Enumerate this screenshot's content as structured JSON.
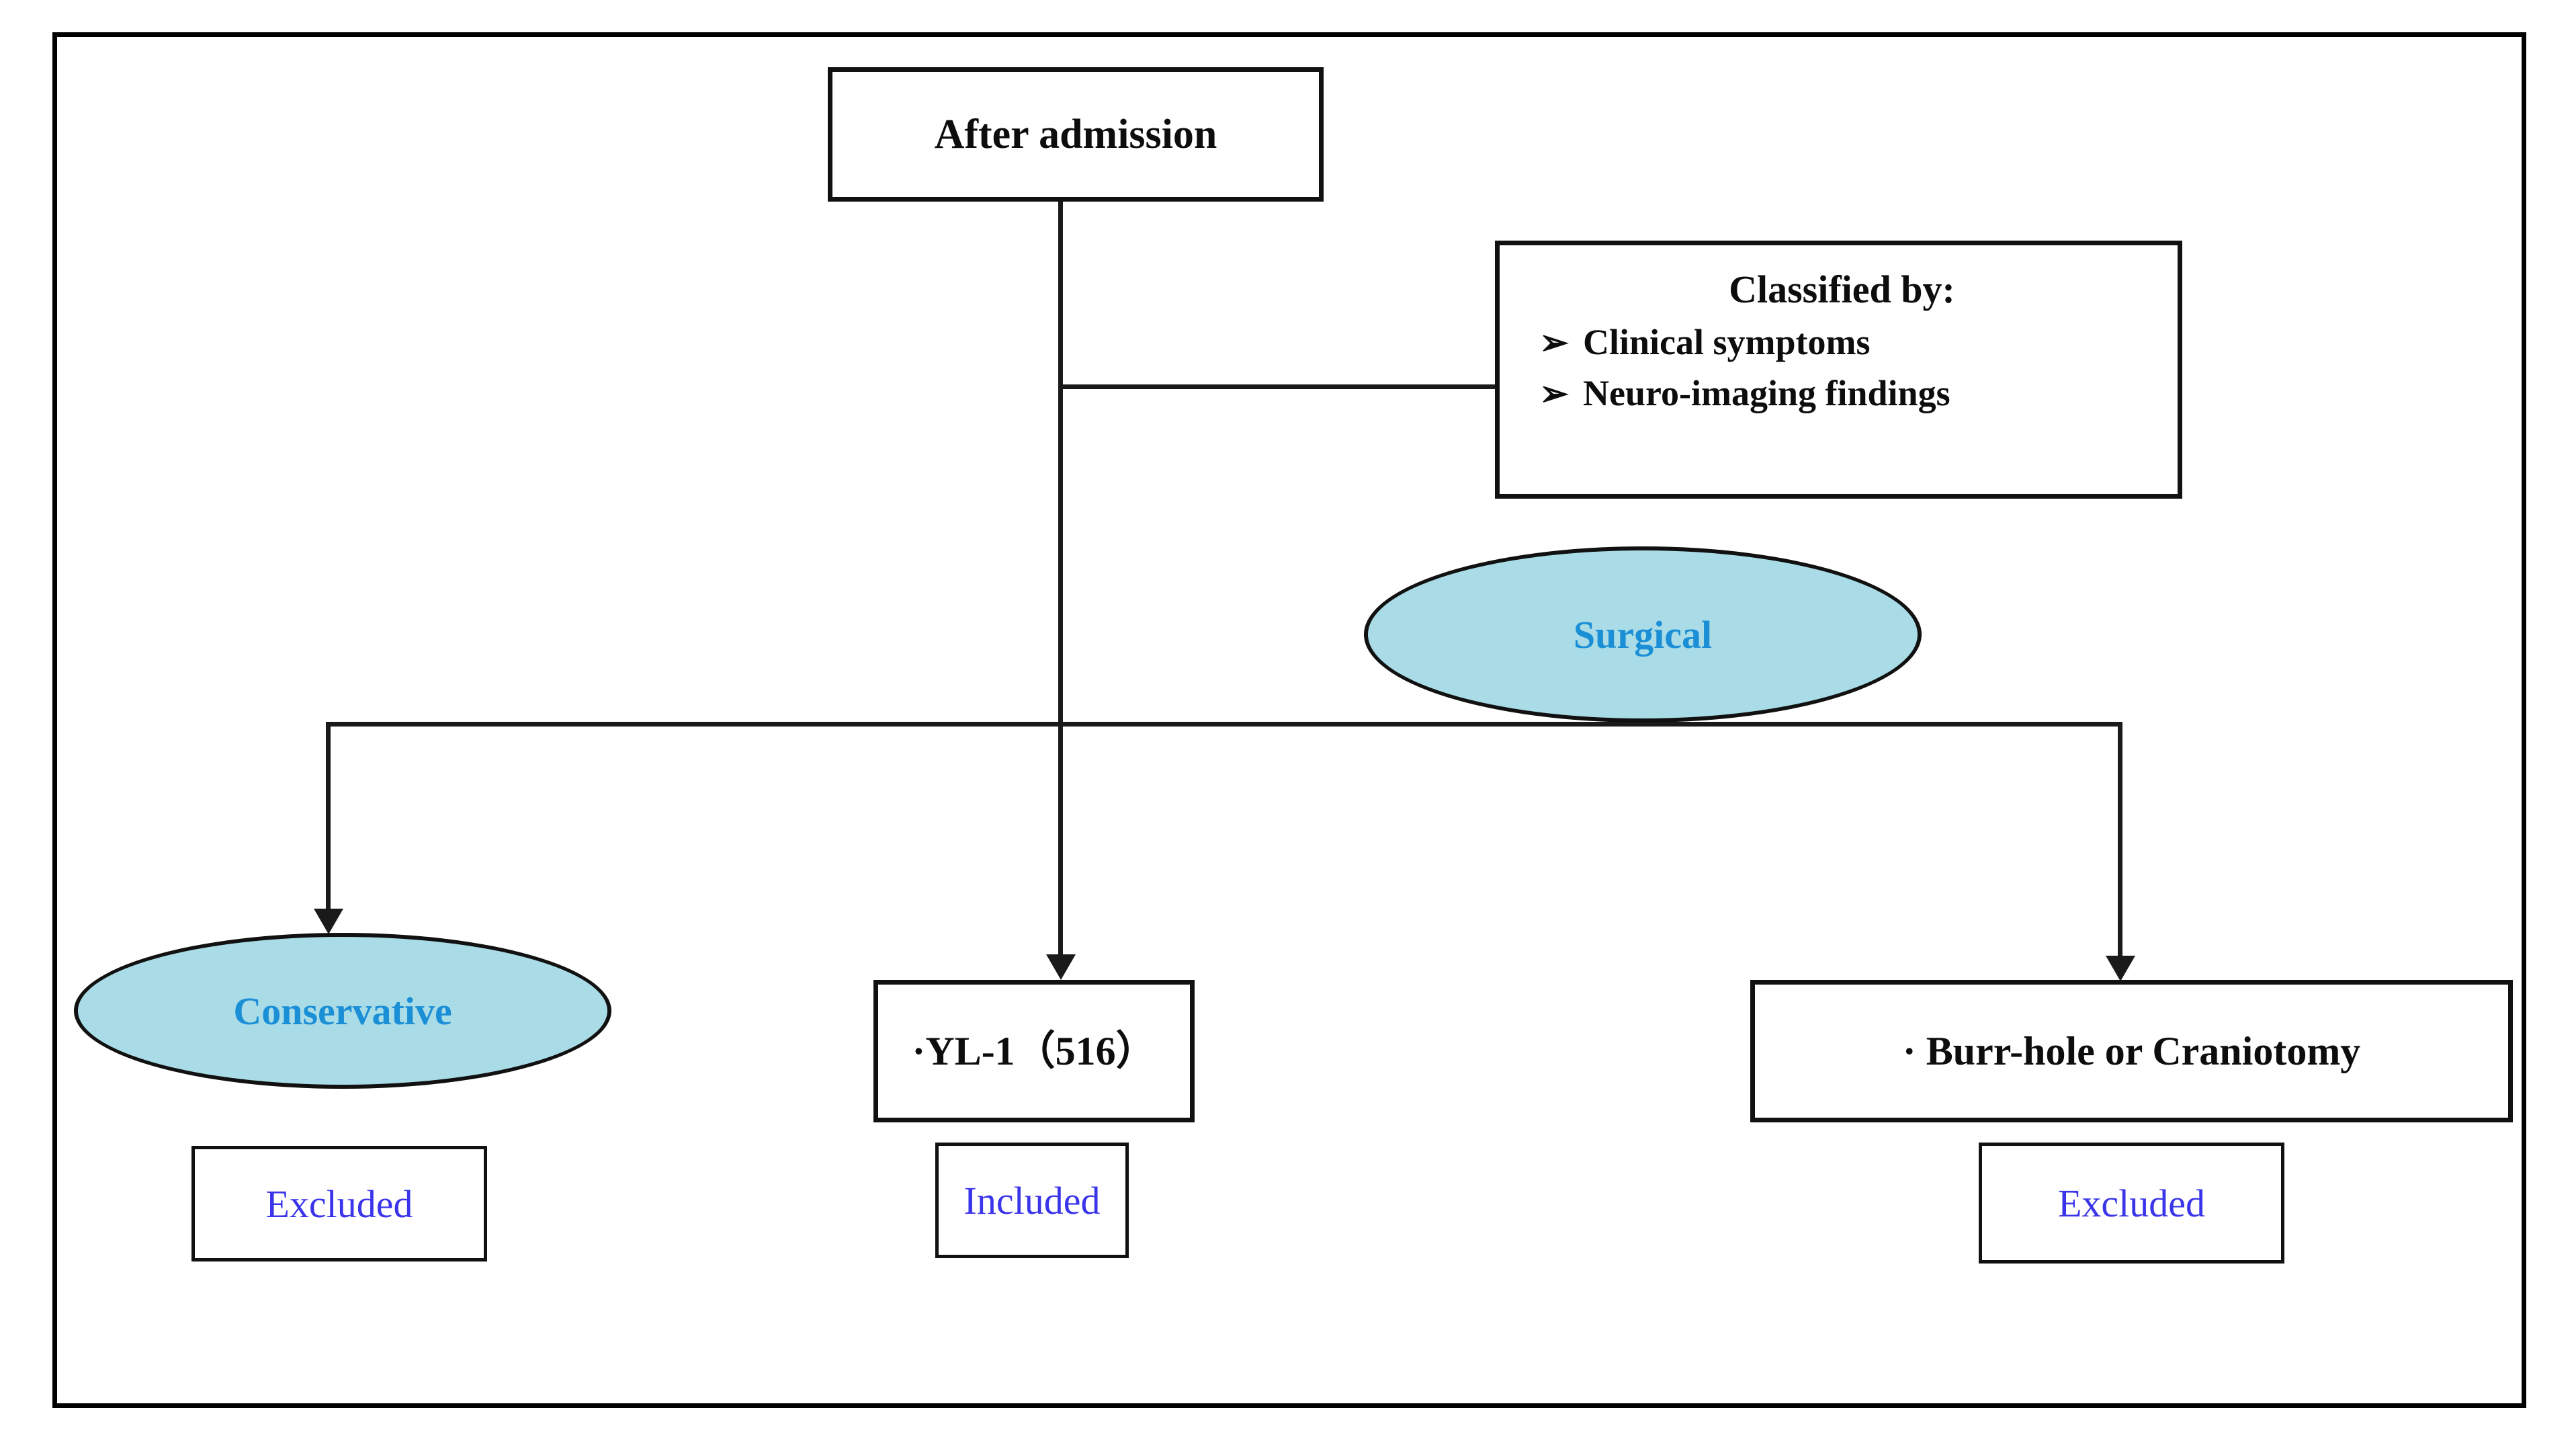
{
  "diagram": {
    "title": "Patient classification and treatment allocation flowchart",
    "colors": {
      "ellipse_fill": "#a9dce7",
      "ellipse_text": "#1b8fd6",
      "outcome_text": "#3a34ea",
      "node_text": "#0d0d0d",
      "line": "#1a1a1a",
      "frame": "#000000"
    },
    "nodes": {
      "after_admission": {
        "label": "After admission"
      },
      "classified": {
        "title": "Classified by:",
        "bullet_glyph": "➢",
        "items": [
          {
            "label": "Clinical symptoms"
          },
          {
            "label": "Neuro-imaging findings"
          }
        ]
      },
      "surgical": {
        "label": "Surgical"
      },
      "conservative": {
        "label": "Conservative"
      },
      "yl1": {
        "label": "·YL-1（516）"
      },
      "burr_hole": {
        "label": "· Burr-hole or Craniotomy"
      }
    },
    "outcomes": {
      "conservative_result": {
        "label": "Excluded"
      },
      "yl1_result": {
        "label": "Included"
      },
      "burr_hole_result": {
        "label": "Excluded"
      }
    }
  }
}
